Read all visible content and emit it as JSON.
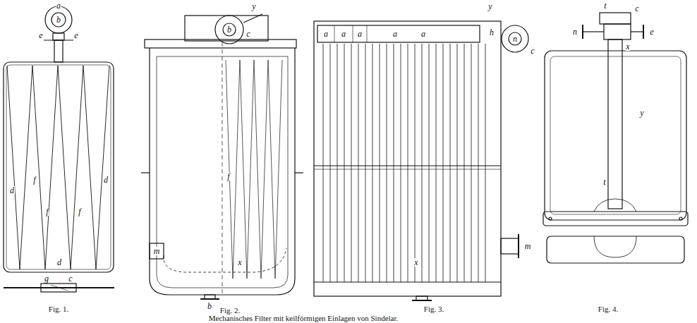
{
  "diagram": {
    "caption": "Mechanisches Filter mit keilförmigen Einlagen von Sindelar.",
    "labels": [
      "Fig. 1.",
      "Fig. 2.",
      "Fig. 3.",
      "Fig. 4.",
      "a",
      "b",
      "e",
      "e",
      "d",
      "f",
      "f",
      "f",
      "d",
      "d",
      "g",
      "c",
      "y",
      "b",
      "c",
      "f",
      "m",
      "x",
      "b",
      "y",
      "h",
      "n",
      "c",
      "a",
      "a",
      "a",
      "a",
      "a",
      "x",
      "m",
      "t",
      "c",
      "n",
      "e",
      "x",
      "y",
      "t"
    ]
  }
}
